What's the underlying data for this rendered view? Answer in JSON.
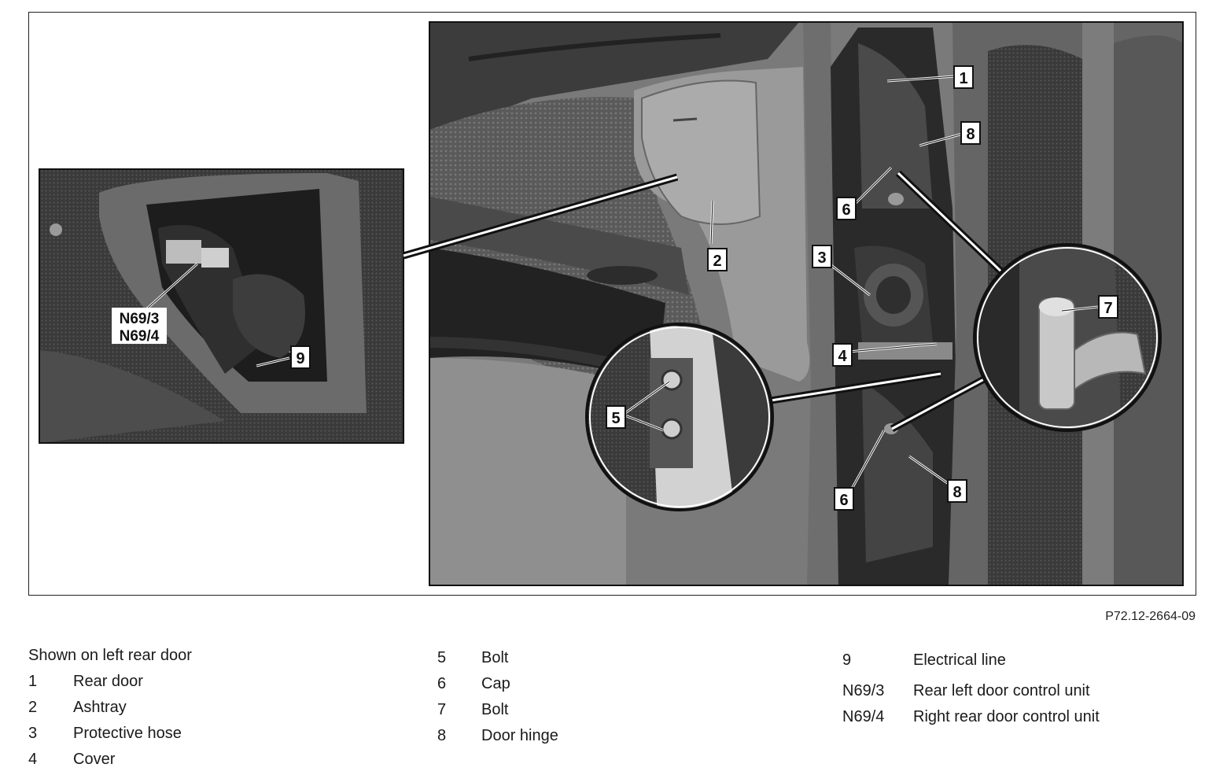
{
  "figure_ref": "P72.12-2664-09",
  "callouts": {
    "c1": "1",
    "c2": "2",
    "c3": "3",
    "c4": "4",
    "c5": "5",
    "c6a": "6",
    "c6b": "6",
    "c7": "7",
    "c8a": "8",
    "c8b": "8",
    "c9": "9",
    "n69_3": "N69/3",
    "n69_4": "N69/4"
  },
  "legend": {
    "heading": "Shown on left rear door",
    "col1": [
      {
        "num": "1",
        "label": "Rear door"
      },
      {
        "num": "2",
        "label": "Ashtray"
      },
      {
        "num": "3",
        "label": "Protective hose"
      },
      {
        "num": "4",
        "label": "Cover"
      }
    ],
    "col2": [
      {
        "num": "5",
        "label": "Bolt"
      },
      {
        "num": "6",
        "label": "Cap"
      },
      {
        "num": "7",
        "label": "Bolt"
      },
      {
        "num": "8",
        "label": "Door hinge"
      }
    ],
    "col3": [
      {
        "num": "9",
        "label": "Electrical line"
      },
      {
        "num": "N69/3",
        "label": "Rear left door control unit"
      },
      {
        "num": "N69/4",
        "label": "Right rear door control unit"
      }
    ]
  }
}
